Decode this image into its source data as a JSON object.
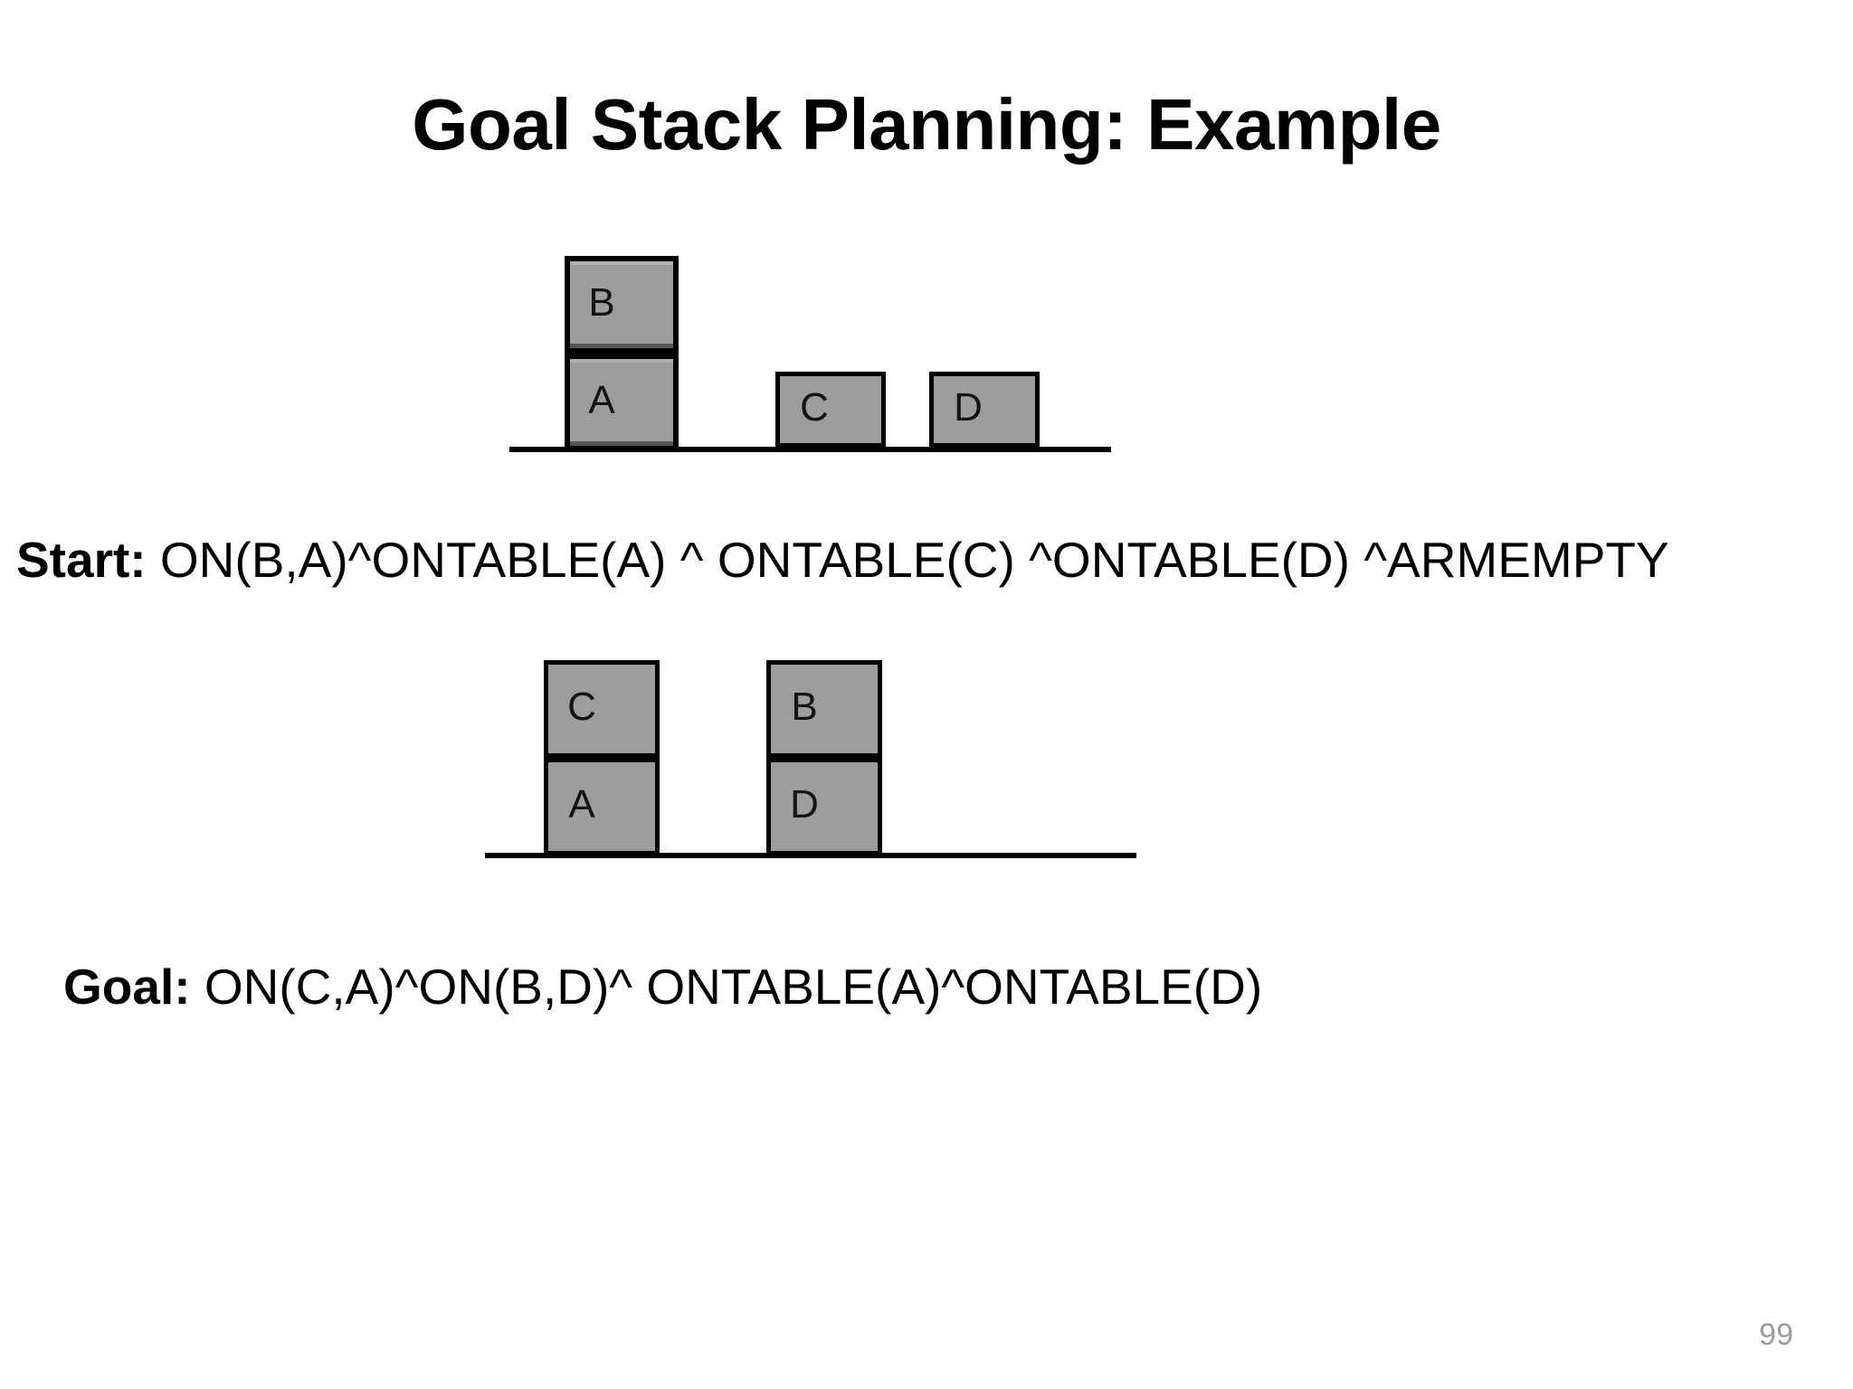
{
  "slide": {
    "title": "Goal Stack Planning: Example",
    "page_number": "99",
    "background_color": "#ffffff",
    "block_fill_color": "#9d9d9d",
    "block_border_color": "#000000",
    "page_number_color": "#9b9b9b"
  },
  "start_diagram": {
    "name": "start-state-blocks-world",
    "blocks": [
      {
        "label": "B",
        "on": "A"
      },
      {
        "label": "A",
        "on": "table"
      },
      {
        "label": "C",
        "on": "table"
      },
      {
        "label": "D",
        "on": "table"
      }
    ]
  },
  "goal_diagram": {
    "name": "goal-state-blocks-world",
    "blocks": [
      {
        "label": "C",
        "on": "A"
      },
      {
        "label": "A",
        "on": "table"
      },
      {
        "label": "B",
        "on": "D"
      },
      {
        "label": "D",
        "on": "table"
      }
    ]
  },
  "start_caption": {
    "key": "Start:",
    "value": "ON(B,A)^ONTABLE(A) ^ ONTABLE(C) ^ONTABLE(D) ^ARMEMPTY"
  },
  "goal_caption": {
    "key": "Goal:",
    "value": "ON(C,A)^ON(B,D)^ ONTABLE(A)^ONTABLE(D)"
  }
}
